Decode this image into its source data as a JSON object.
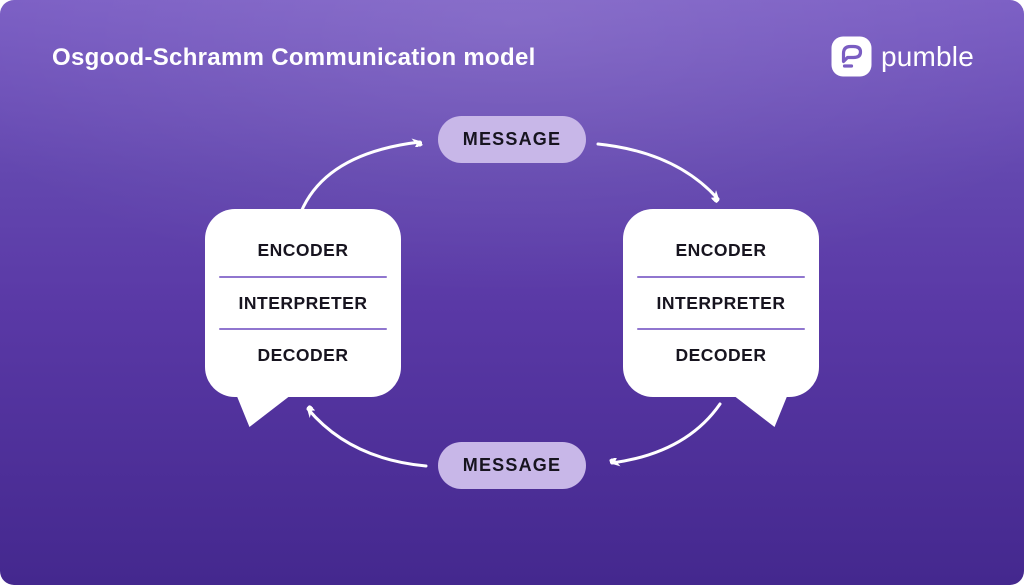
{
  "title": "Osgood-Schramm Communication model",
  "brand": {
    "name": "pumble",
    "icon": "pumble-speech-bubble-icon"
  },
  "nodes": {
    "message_top": {
      "label": "MESSAGE"
    },
    "message_bottom": {
      "label": "MESSAGE"
    },
    "bubble_left": {
      "rows": [
        "ENCODER",
        "INTERPRETER",
        "DECODER"
      ]
    },
    "bubble_right": {
      "rows": [
        "ENCODER",
        "INTERPRETER",
        "DECODER"
      ]
    }
  },
  "arrows": [
    {
      "from": "bubble_left",
      "to": "message_top"
    },
    {
      "from": "message_top",
      "to": "bubble_right"
    },
    {
      "from": "bubble_right",
      "to": "message_bottom"
    },
    {
      "from": "message_bottom",
      "to": "bubble_left"
    }
  ],
  "colors": {
    "background_top": "#7b5ec4",
    "background_bottom": "#44288e",
    "message_pill": "#c8b7e8",
    "bubble": "#ffffff",
    "divider": "#9076cf",
    "text_dark": "#17141f",
    "text_light": "#ffffff",
    "brand_purple": "#7a5dc2",
    "arrow": "#ffffff"
  }
}
